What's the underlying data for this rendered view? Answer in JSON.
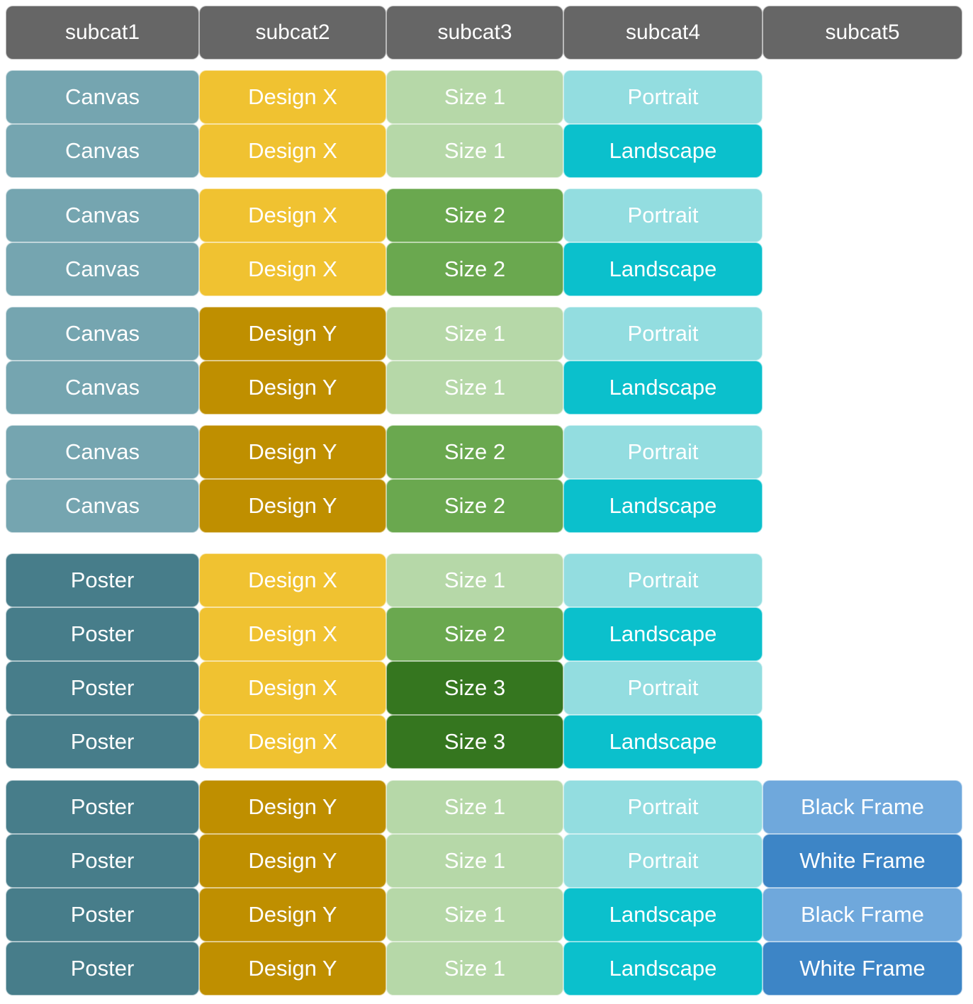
{
  "headers": [
    "subcat1",
    "subcat2",
    "subcat3",
    "subcat4",
    "subcat5"
  ],
  "colors": {
    "header": "#666666",
    "Canvas": "#75a5b0",
    "Poster": "#477d8a",
    "Design X": "#f0c231",
    "Design Y": "#bf8f00",
    "Size 1": "#b6d8a8",
    "Size 2": "#6aa84f",
    "Size 3": "#35761f",
    "Portrait": "#93dde0",
    "Landscape": "#0bc0cc",
    "Black Frame": "#6fa8dc",
    "White Frame": "#3d85c6"
  },
  "groups": [
    {
      "rows": [
        [
          "Canvas",
          "Design X",
          "Size 1",
          "Portrait",
          ""
        ],
        [
          "Canvas",
          "Design X",
          "Size 1",
          "Landscape",
          ""
        ]
      ]
    },
    {
      "rows": [
        [
          "Canvas",
          "Design X",
          "Size 2",
          "Portrait",
          ""
        ],
        [
          "Canvas",
          "Design X",
          "Size 2",
          "Landscape",
          ""
        ]
      ]
    },
    {
      "rows": [
        [
          "Canvas",
          "Design Y",
          "Size 1",
          "Portrait",
          ""
        ],
        [
          "Canvas",
          "Design Y",
          "Size 1",
          "Landscape",
          ""
        ]
      ]
    },
    {
      "rows": [
        [
          "Canvas",
          "Design Y",
          "Size 2",
          "Portrait",
          ""
        ],
        [
          "Canvas",
          "Design Y",
          "Size 2",
          "Landscape",
          ""
        ]
      ]
    },
    {
      "rows": [
        [
          "Poster",
          "Design X",
          "Size 1",
          "Portrait",
          ""
        ],
        [
          "Poster",
          "Design X",
          "Size 2",
          "Landscape",
          ""
        ],
        [
          "Poster",
          "Design X",
          "Size 3",
          "Portrait",
          ""
        ],
        [
          "Poster",
          "Design X",
          "Size 3",
          "Landscape",
          ""
        ]
      ]
    },
    {
      "rows": [
        [
          "Poster",
          "Design Y",
          "Size 1",
          "Portrait",
          "Black Frame"
        ],
        [
          "Poster",
          "Design Y",
          "Size 1",
          "Portrait",
          "White Frame"
        ],
        [
          "Poster",
          "Design Y",
          "Size 1",
          "Landscape",
          "Black Frame"
        ],
        [
          "Poster",
          "Design Y",
          "Size 1",
          "Landscape",
          "White Frame"
        ]
      ]
    }
  ]
}
